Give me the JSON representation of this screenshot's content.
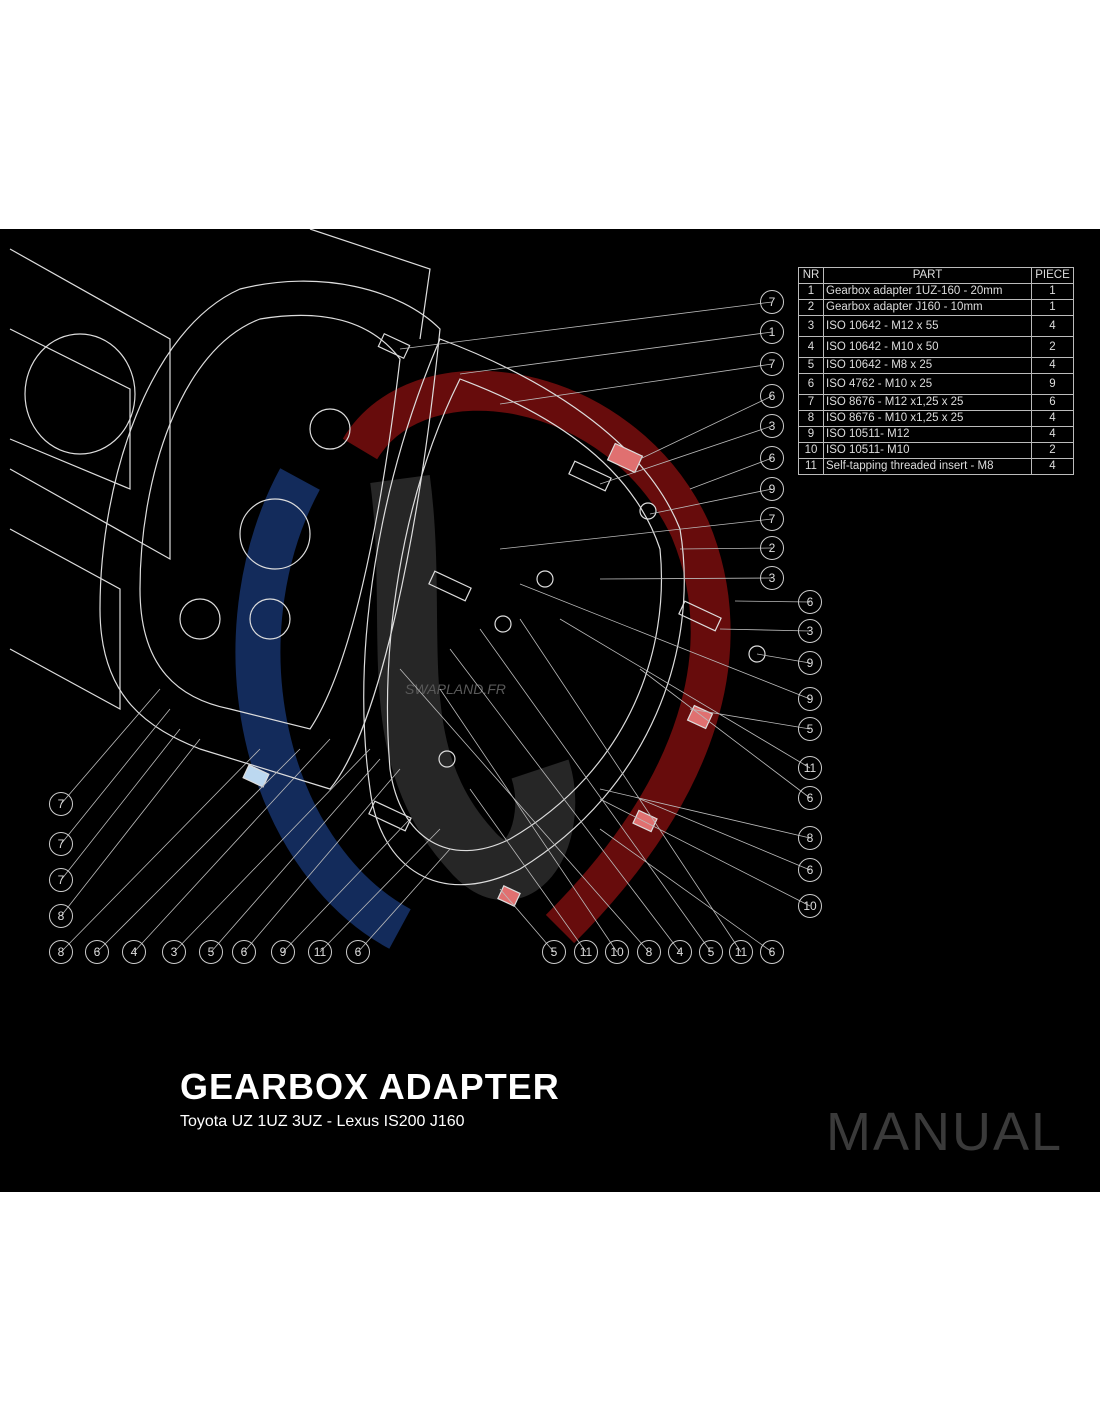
{
  "bom": {
    "headers": [
      "NR",
      "PART",
      "PIECE"
    ],
    "rows": [
      {
        "nr": "1",
        "part": "Gearbox adapter 1UZ-160 - 20mm",
        "piece": "1"
      },
      {
        "nr": "2",
        "part": "Gearbox adapter J160 - 10mm",
        "piece": "1"
      },
      {
        "nr": "3",
        "part": "ISO 10642 - M12 x 55",
        "piece": "4"
      },
      {
        "nr": "4",
        "part": "ISO 10642 - M10 x 50",
        "piece": "2"
      },
      {
        "nr": "5",
        "part": "ISO 10642 - M8 x 25",
        "piece": "4"
      },
      {
        "nr": "6",
        "part": "ISO 4762 - M10 x 25",
        "piece": "9"
      },
      {
        "nr": "7",
        "part": "ISO 8676 - M12 x1,25 x 25",
        "piece": "6"
      },
      {
        "nr": "8",
        "part": "ISO 8676 - M10 x1,25 x 25",
        "piece": "4"
      },
      {
        "nr": "9",
        "part": "ISO 10511- M12",
        "piece": "4"
      },
      {
        "nr": "10",
        "part": "ISO 10511- M10",
        "piece": "2"
      },
      {
        "nr": "11",
        "part": "Self-tapping threaded insert - M8",
        "piece": "4"
      }
    ]
  },
  "balloons": [
    "7",
    "1",
    "7",
    "6",
    "3",
    "6",
    "9",
    "7",
    "2",
    "3",
    "6",
    "3",
    "9",
    "9",
    "5",
    "11",
    "6",
    "8",
    "6",
    "10",
    "7",
    "7",
    "7",
    "8",
    "8",
    "6",
    "4",
    "3",
    "5",
    "6",
    "9",
    "11",
    "6",
    "5",
    "11",
    "10",
    "8",
    "4",
    "5",
    "11",
    "6"
  ],
  "title": "GEARBOX ADAPTER",
  "subtitle": "Toyota UZ 1UZ 3UZ - Lexus IS200 J160",
  "watermark": "SWAPLAND.FR",
  "manual_label": "MANUAL",
  "colors": {
    "background": "#000000",
    "highlight_red": "#e07070",
    "logo_red": "#8a1010",
    "logo_blue": "#1a3a7a"
  }
}
